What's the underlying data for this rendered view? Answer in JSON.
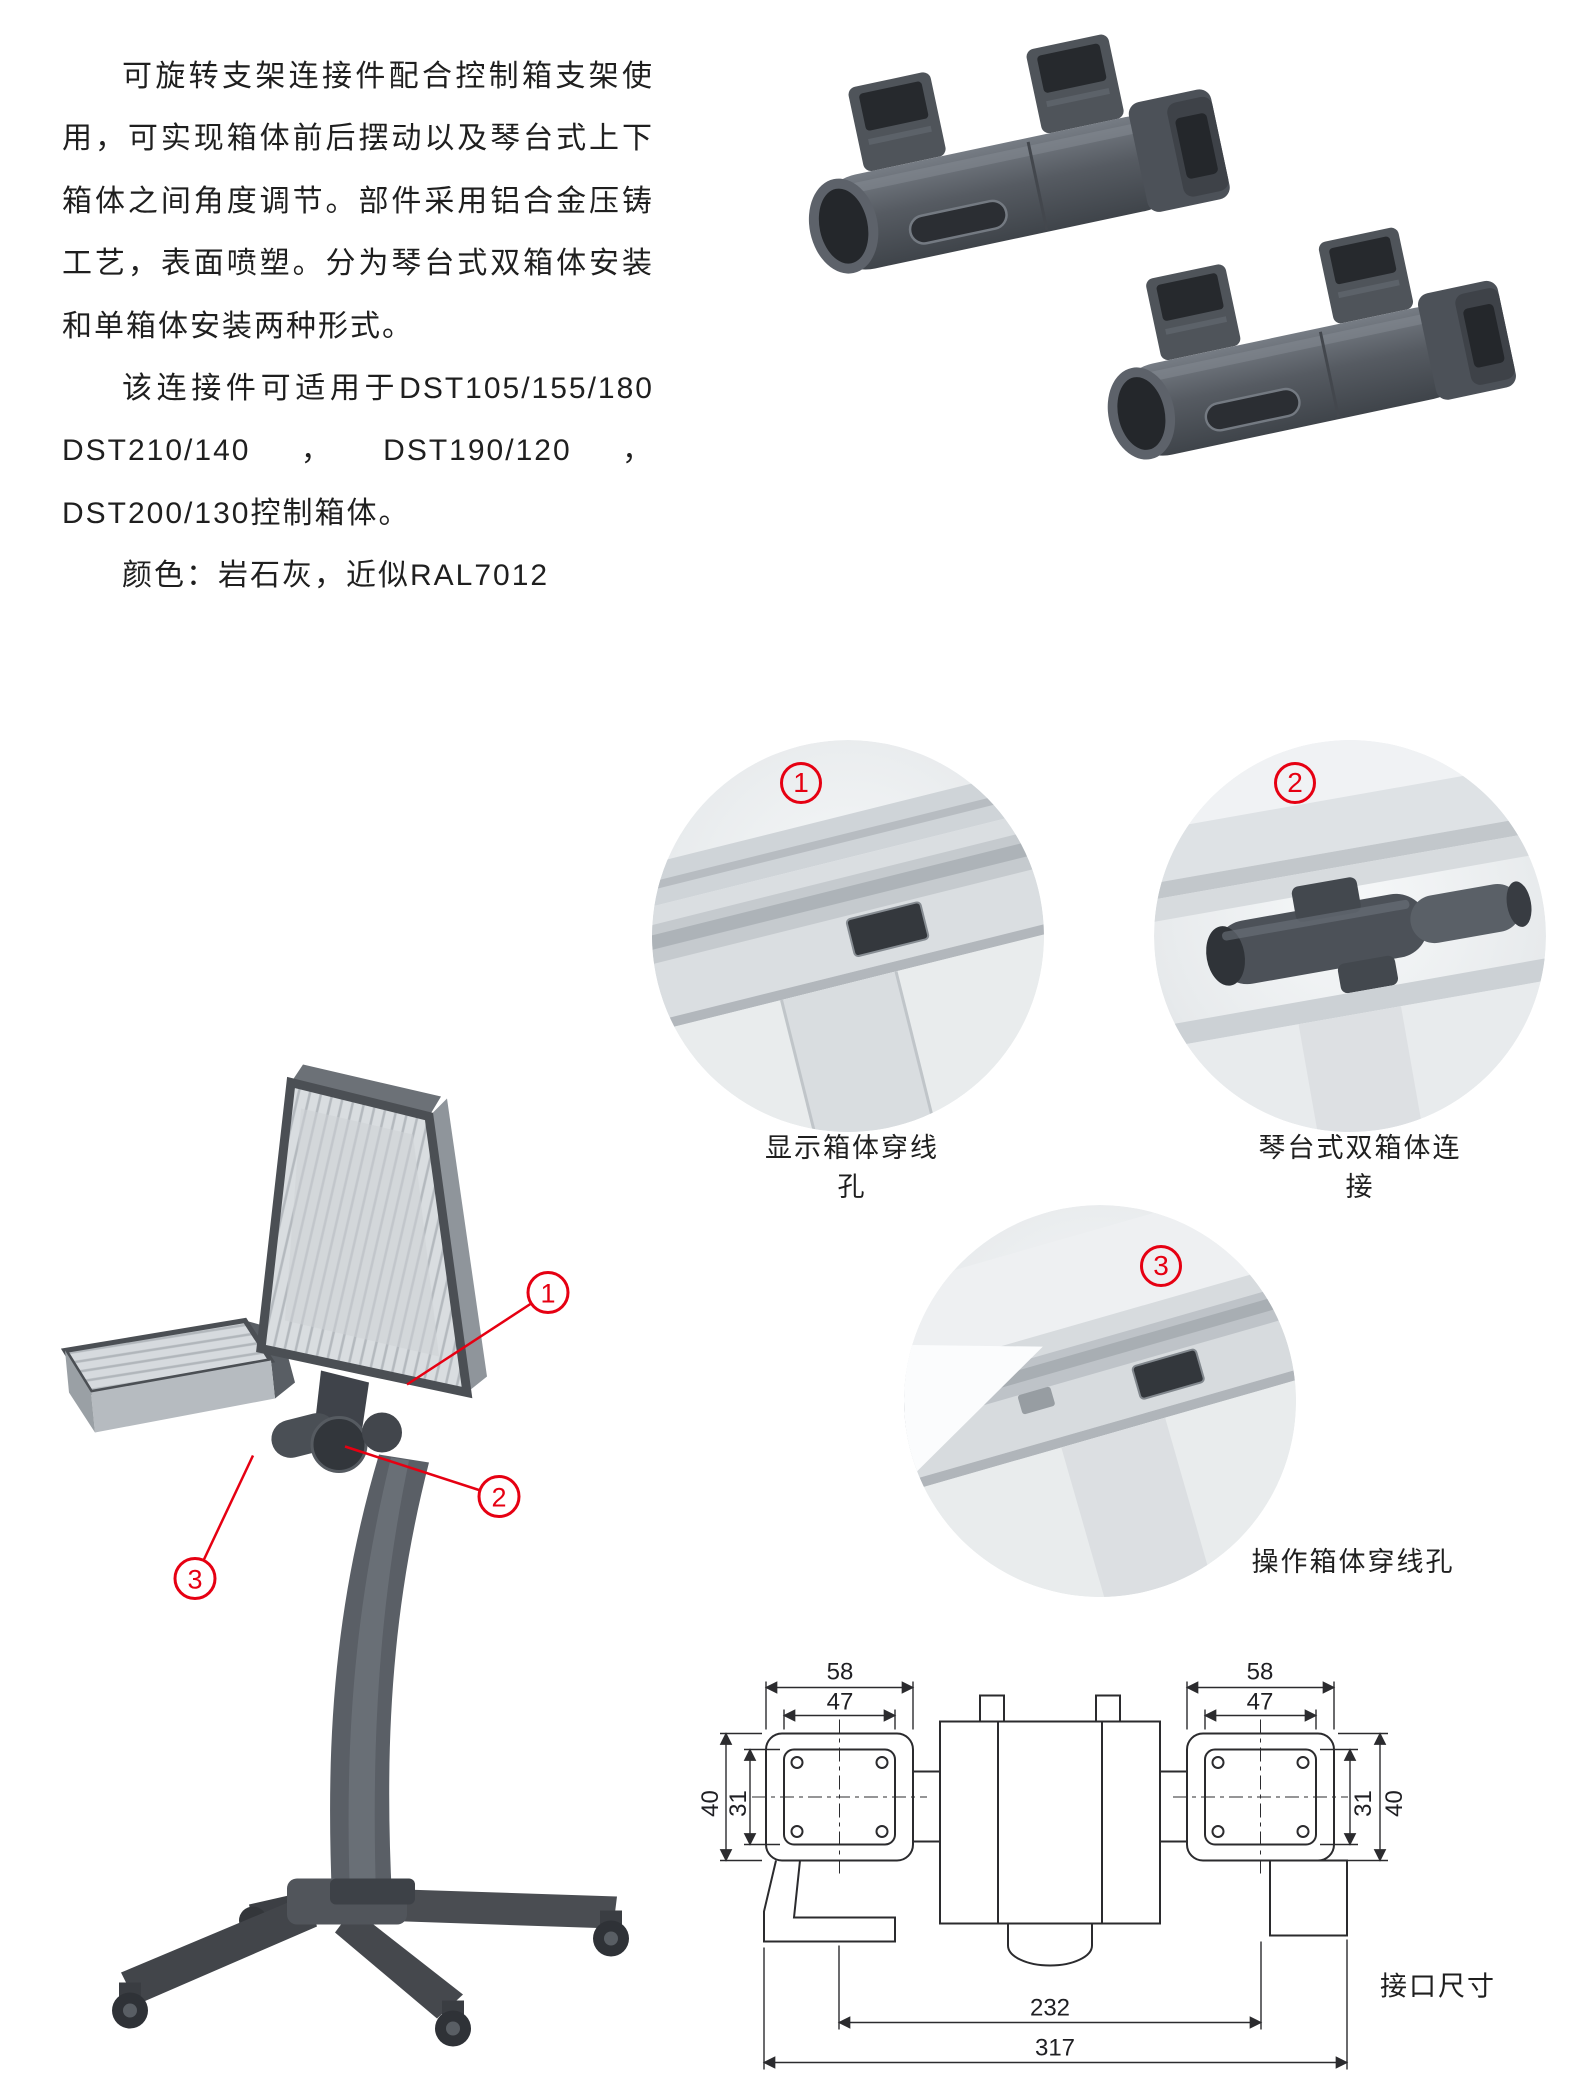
{
  "colors": {
    "accent_red": "#e60012",
    "part_dark_gray": "#54585e",
    "text_black": "#1f1f1f"
  },
  "intro": {
    "para1": "可旋转支架连接件配合控制箱支架使用，可实现箱体前后摆动以及琴台式上下箱体之间角度调节。部件采用铝合金压铸工艺，表面喷塑。分为琴台式双箱体安装和单箱体安装两种形式。",
    "para2": "该连接件可适用于DST105/155/180 DST210/140，DST190/120，DST200/130控制箱体。",
    "para3": "颜色：岩石灰，近似RAL7012"
  },
  "details": [
    {
      "num": "1",
      "caption": "显示箱体穿线孔"
    },
    {
      "num": "2",
      "caption": "琴台式双箱体连接"
    },
    {
      "num": "3",
      "caption": "操作箱体穿线孔"
    }
  ],
  "stand": {
    "callouts": [
      {
        "num": "1"
      },
      {
        "num": "2"
      },
      {
        "num": "3"
      }
    ]
  },
  "dims": {
    "caption": "接口尺寸",
    "top_left_outer": "58",
    "top_left_inner": "47",
    "top_right_outer": "58",
    "top_right_inner": "47",
    "left_outer": "40",
    "left_inner": "31",
    "right_inner": "31",
    "right_outer": "40",
    "bottom_inner": "232",
    "bottom_outer": "317"
  }
}
